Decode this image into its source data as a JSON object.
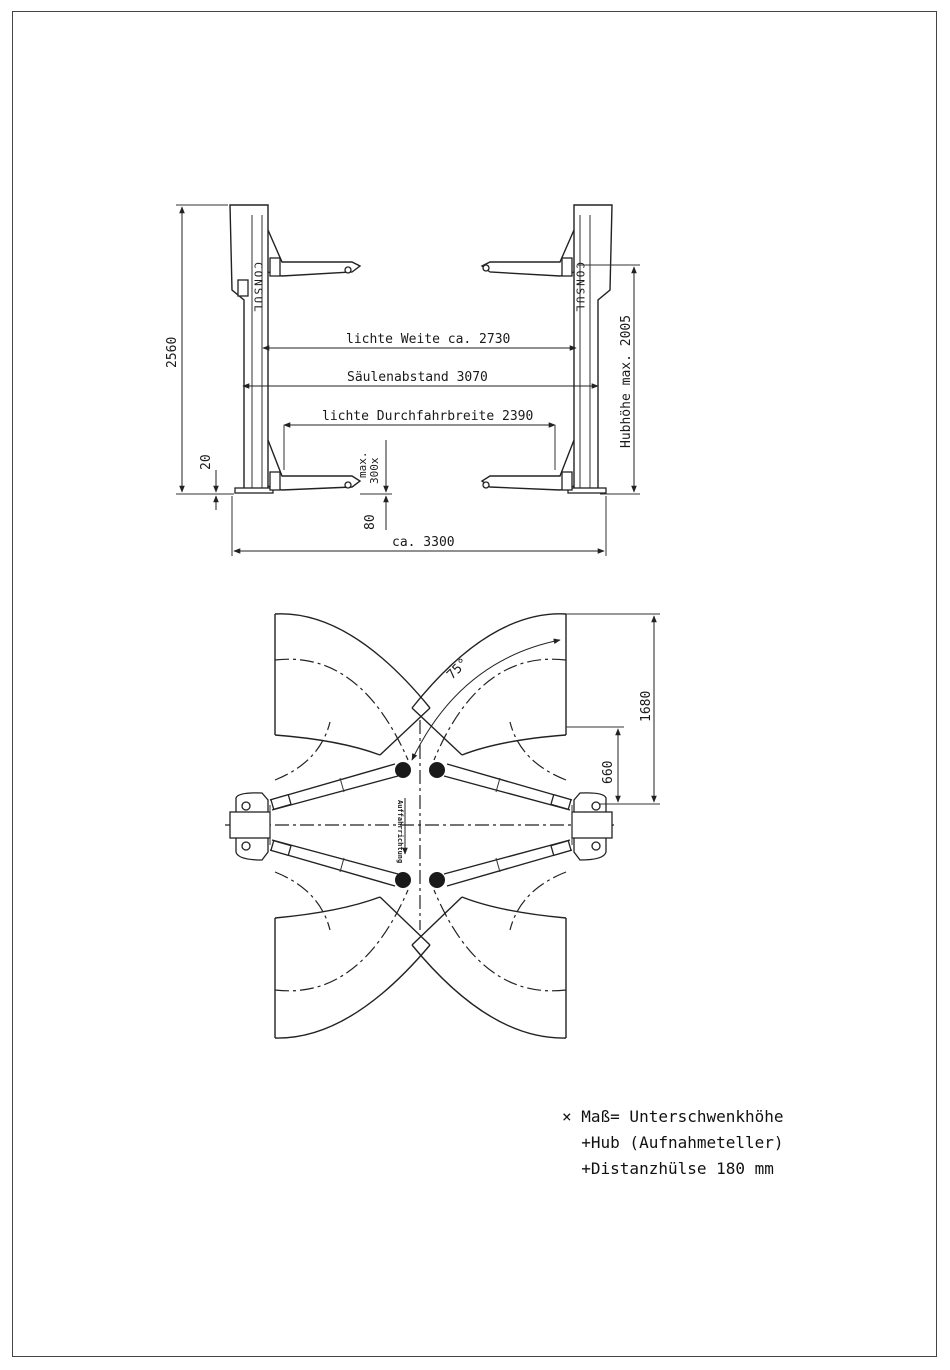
{
  "front_view": {
    "brand_left": "CONSUL",
    "brand_right": "CONSUL",
    "dim_clear_width": "lichte Weite ca. 2730",
    "dim_column_distance": "Säulenabstand 3070",
    "dim_drive_through": "lichte Durchfahrbreite 2390",
    "dim_total_height": "2560",
    "dim_base_height": "20",
    "dim_max_label": "max.",
    "dim_max_value": "300x",
    "dim_pad_height": "80",
    "dim_total_width": "ca. 3300",
    "dim_lift_height": "Hubhöhe max. 2005"
  },
  "top_view": {
    "angle_label": "75°",
    "dim_swing_length": "1680",
    "dim_arm_offset": "660",
    "drive_direction": "Auffahrrichtung"
  },
  "footnote": {
    "line1": "× Maß= Unterschwenkhöhe",
    "line2": "  +Hub (Aufnahmeteller)",
    "line3": "  +Distanzhülse 180 mm"
  }
}
